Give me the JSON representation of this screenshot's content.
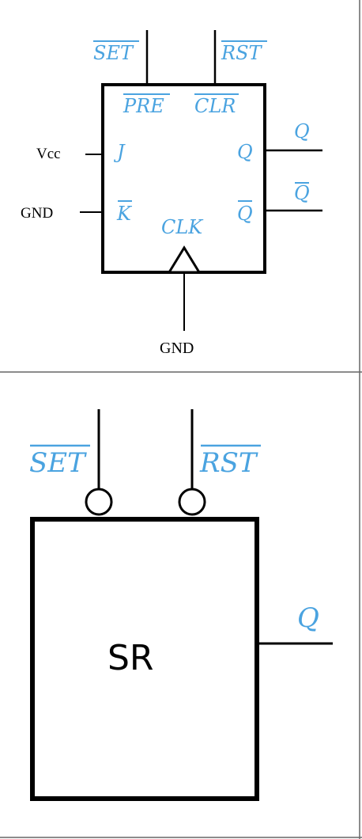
{
  "colors": {
    "label_blue": "#4aa3e0",
    "line": "#000000",
    "cell_border": "#666666"
  },
  "jk_flip_flop": {
    "top_inputs": {
      "set": "SET",
      "rst": "RST"
    },
    "pins": {
      "pre": "PRE",
      "clr": "CLR",
      "j": "J",
      "k": "K",
      "q": "Q",
      "q_bar": "Q",
      "clk": "CLK"
    },
    "outputs": {
      "q": "Q",
      "q_bar": "Q"
    },
    "connections": {
      "j_source": "Vcc",
      "k_source": "GND",
      "clk_source": "GND"
    }
  },
  "sr_latch": {
    "top_inputs": {
      "set": "SET",
      "rst": "RST"
    },
    "body_label": "SR",
    "output": "Q"
  }
}
